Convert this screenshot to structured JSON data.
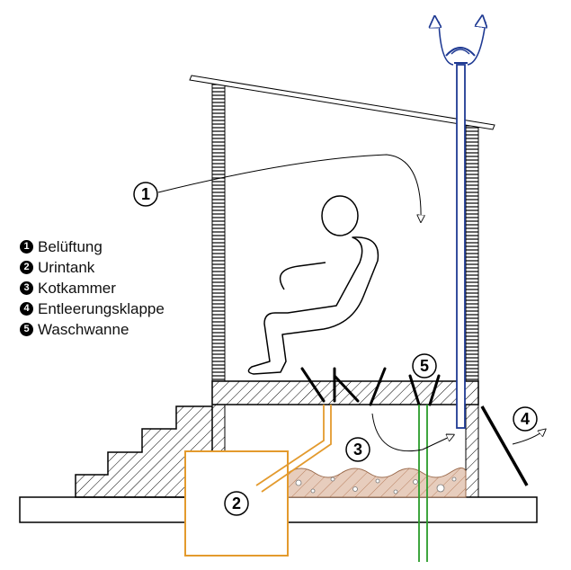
{
  "legend": [
    {
      "num": "1",
      "label": "Belüftung"
    },
    {
      "num": "2",
      "label": "Urintank"
    },
    {
      "num": "3",
      "label": "Kotkammer"
    },
    {
      "num": "4",
      "label": "Entleerungsklappe"
    },
    {
      "num": "5",
      "label": "Waschwanne"
    }
  ],
  "callouts": {
    "c1": "1",
    "c2": "2",
    "c3": "3",
    "c4": "4",
    "c5": "5"
  },
  "colors": {
    "line": "#000000",
    "vent_pipe": "#1f3a93",
    "urine_pipe": "#e39a2d",
    "wash_pipe": "#2a9d2a",
    "feces": "#d9b9a4",
    "hatch": "#000000"
  }
}
